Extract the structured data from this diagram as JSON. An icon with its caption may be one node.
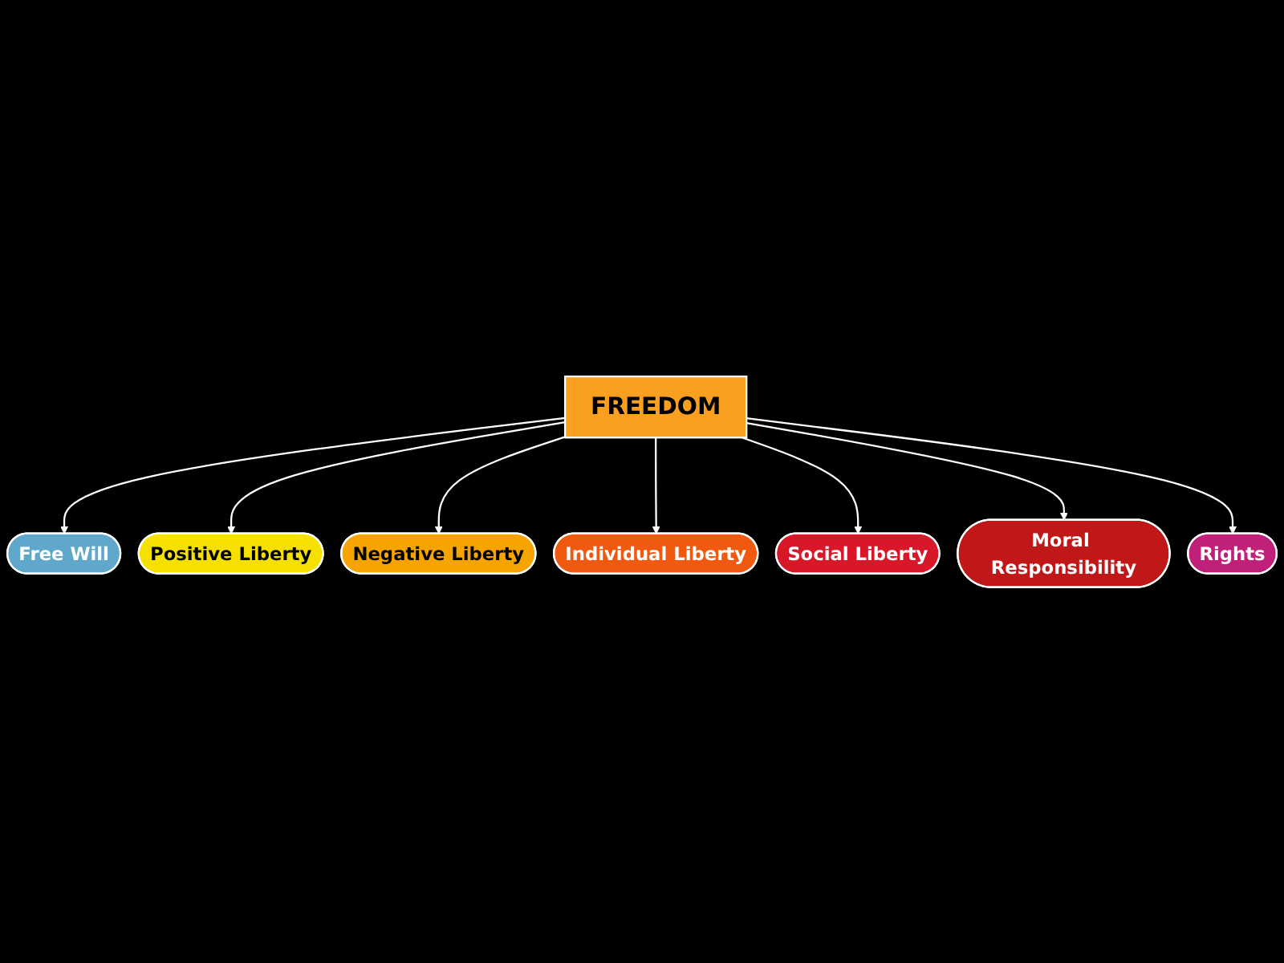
{
  "diagram": {
    "nodes": [
      {
        "text": [
          "FREEDOM"
        ]
      },
      {
        "text": [
          "Free Will"
        ]
      },
      {
        "text": [
          "Positive Liberty"
        ]
      },
      {
        "text": [
          "Negative Liberty"
        ]
      },
      {
        "text": [
          "Individual Liberty"
        ]
      },
      {
        "text": [
          "Social Liberty"
        ]
      },
      {
        "text": [
          "Moral Responsibility"
        ]
      },
      {
        "text": [
          "Rights"
        ]
      }
    ],
    "edges": [
      {
        "from": 0,
        "to": 1,
        "arrow": "to"
      },
      {
        "from": 0,
        "to": 2,
        "arrow": "to"
      },
      {
        "from": 0,
        "to": 3,
        "arrow": "to"
      },
      {
        "from": 0,
        "to": 4,
        "arrow": "to"
      },
      {
        "from": 0,
        "to": 5,
        "arrow": "to"
      },
      {
        "from": 0,
        "to": 6,
        "arrow": "to"
      },
      {
        "from": 0,
        "to": 7,
        "arrow": "to"
      }
    ]
  }
}
